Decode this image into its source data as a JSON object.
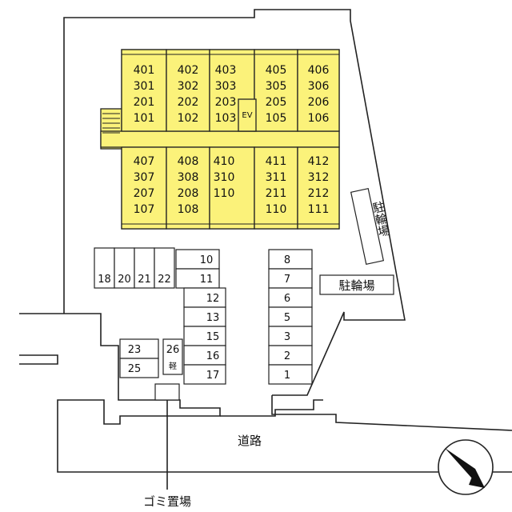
{
  "building": {
    "north_units": [
      [
        "401",
        "301",
        "201",
        "101"
      ],
      [
        "402",
        "302",
        "202",
        "102"
      ],
      [
        "403",
        "303",
        "203",
        "103"
      ],
      [
        "405",
        "305",
        "205",
        "105"
      ],
      [
        "406",
        "306",
        "206",
        "106"
      ]
    ],
    "south_units": [
      [
        "407",
        "307",
        "207",
        "107"
      ],
      [
        "408",
        "308",
        "208",
        "108"
      ],
      [
        "410",
        "310",
        "110"
      ],
      [
        "411",
        "311",
        "211",
        "110"
      ],
      [
        "412",
        "312",
        "212",
        "111"
      ]
    ],
    "elevator": "EV"
  },
  "parking": {
    "left_row": [
      "18",
      "20",
      "21",
      "22"
    ],
    "mid_top": [
      "10",
      "11"
    ],
    "mid_column": [
      "12",
      "13",
      "15",
      "16",
      "17"
    ],
    "right_column": [
      "8",
      "7",
      "6",
      "5",
      "3",
      "2",
      "1"
    ],
    "pair_a": [
      "23",
      "25"
    ],
    "compact": {
      "number": "26",
      "tag": "軽"
    }
  },
  "labels": {
    "bike_parking_vertical": "駐輪場",
    "bike_parking": "駐輪場",
    "road": "道路",
    "garbage": "ゴミ置場"
  }
}
